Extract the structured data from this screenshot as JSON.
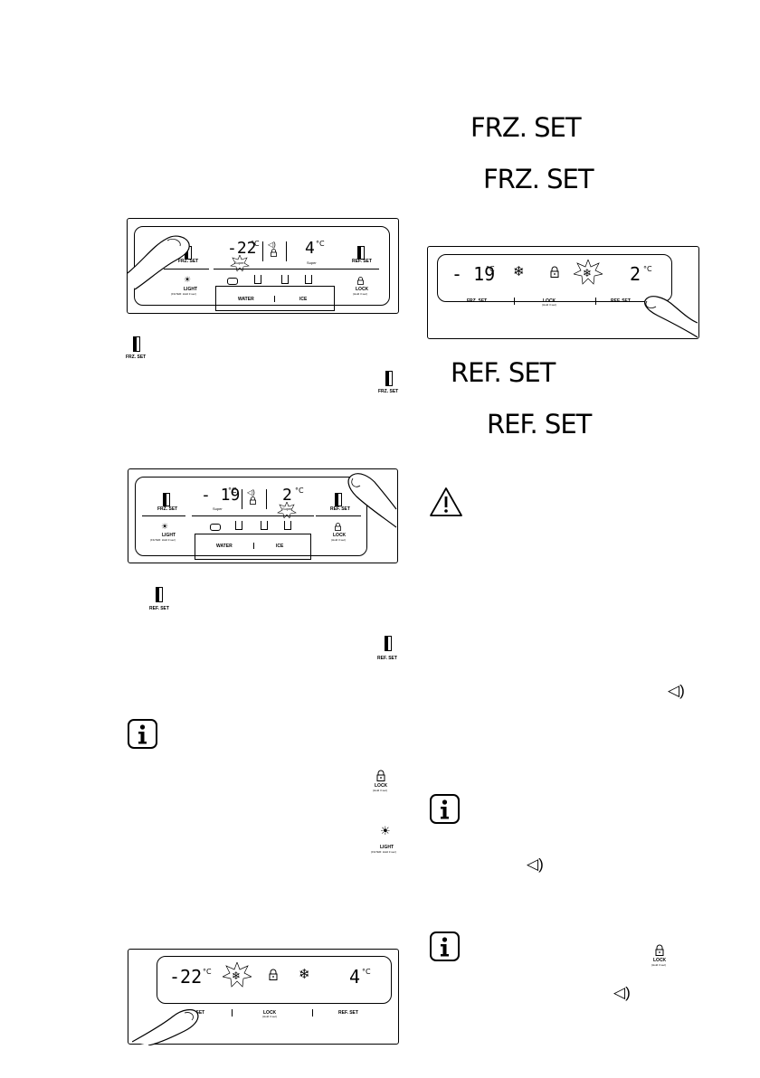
{
  "keys": {
    "frz_set": "FRZ. SET",
    "ref_set": "REF. SET",
    "lock": "LOCK",
    "lock_sub": "(Hold 3 sec)",
    "light": "LIGHT",
    "light_sub": "(FILTER: Hold 3 sec)",
    "water": "WATER",
    "ice": "ICE",
    "super": "Super"
  },
  "fig1": {
    "freezer_temp": "-22",
    "fridge_temp": "4",
    "unit": "°C"
  },
  "fig2": {
    "freezer_temp": "- 19",
    "fridge_temp": "2",
    "unit": "°C"
  },
  "fig3": {
    "freezer_temp": "-22",
    "fridge_temp": "4",
    "unit": "°C"
  },
  "fig4": {
    "freezer_temp": "- 19",
    "fridge_temp": "2",
    "unit": "°C"
  },
  "right_headings": {
    "h1": "FRZ. SET",
    "h2": "FRZ. SET",
    "h3": "REF. SET",
    "h4": "REF. SET"
  },
  "icons": [
    "door-button-icon",
    "lock-icon",
    "light-icon",
    "sound-icon",
    "warning-icon",
    "info-icon",
    "snowflake-icon",
    "finger-icon"
  ]
}
